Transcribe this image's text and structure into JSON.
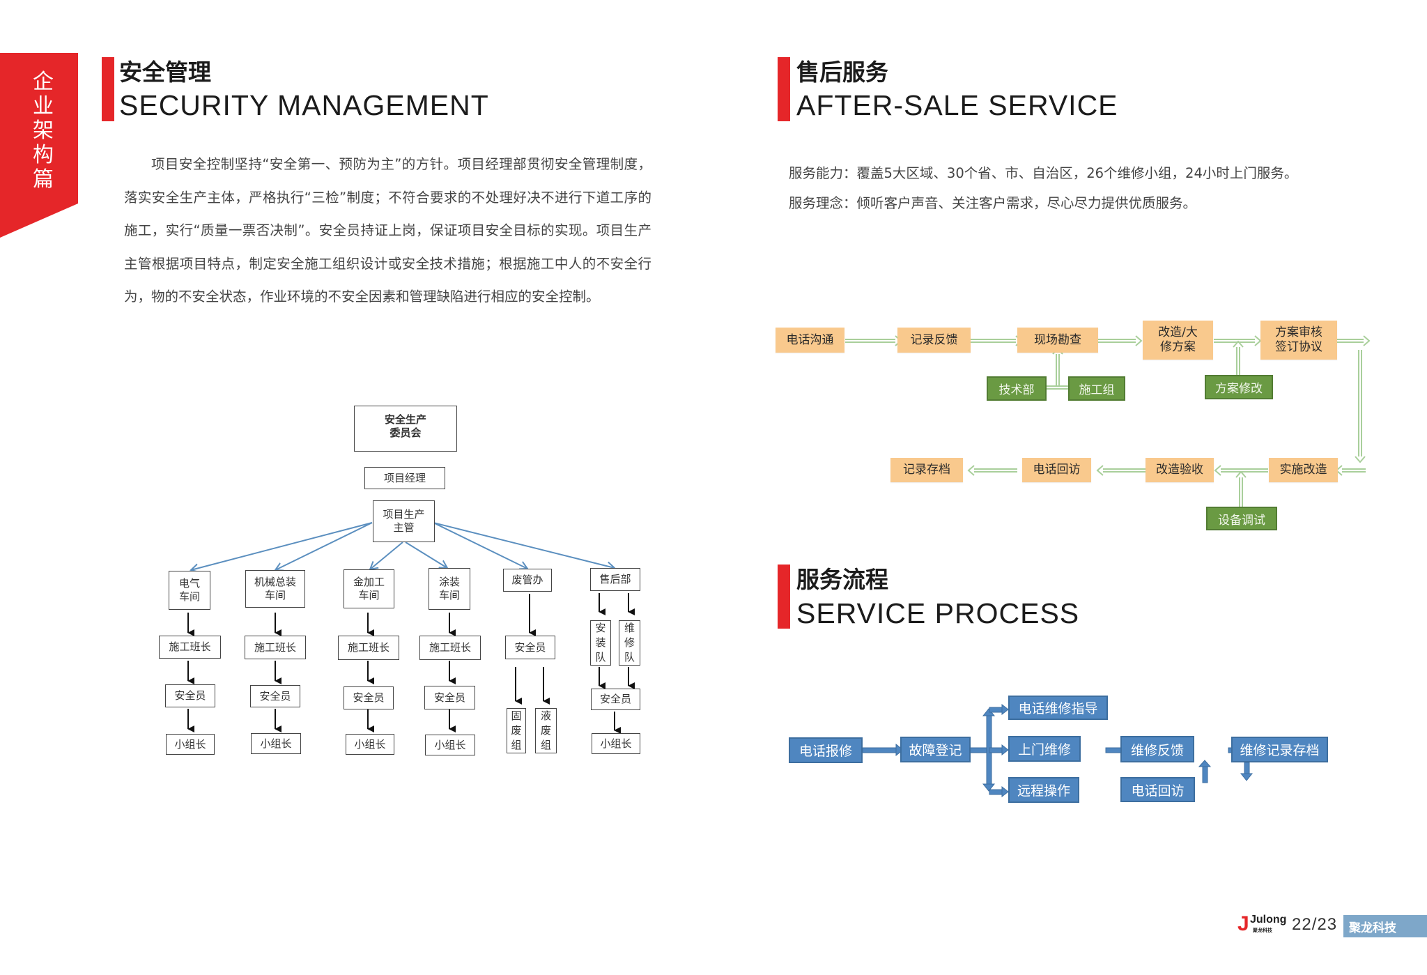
{
  "side_banner": {
    "text": "企业架构篇",
    "color": "#e52629"
  },
  "security": {
    "title_cn": "安全管理",
    "title_en": "SECURITY MANAGEMENT",
    "paragraph": "项目安全控制坚持“安全第一、预防为主”的方针。项目经理部贯彻安全管理制度，落实安全生产主体，严格执行“三检”制度；不符合要求的不处理好决不进行下道工序的施工，实行“质量一票否决制”。安全员持证上岗，保证项目安全目标的实现。项目生产主管根据项目特点，制定安全施工组织设计或安全技术措施；根据施工中人的不安全行为，物的不安全状态，作业环境的不安全因素和管理缺陷进行相应的安全控制。",
    "org_chart": {
      "top": "安全生产\n委员会",
      "manager": "项目经理",
      "supervisor": "项目生产\n主管",
      "departments": [
        {
          "name": "电气\n车间",
          "chain": [
            "施工班长",
            "安全员",
            "小组长"
          ]
        },
        {
          "name": "机械总装\n车间",
          "chain": [
            "施工班长",
            "安全员",
            "小组长"
          ]
        },
        {
          "name": "金加工\n车间",
          "chain": [
            "施工班长",
            "安全员",
            "小组长"
          ]
        },
        {
          "name": "涂装\n车间",
          "chain": [
            "施工班长",
            "安全员",
            "小组长"
          ]
        },
        {
          "name": "废管办",
          "chain": [
            "安全员"
          ],
          "sub_groups": [
            "固\n废\n组",
            "液\n废\n组"
          ]
        },
        {
          "name": "售后部",
          "teams": [
            "安\n装\n队",
            "维\n修\n队"
          ],
          "chain": [
            "安全员",
            "小组长"
          ]
        }
      ]
    }
  },
  "after_sale": {
    "title_cn": "售后服务",
    "title_en": "AFTER-SALE SERVICE",
    "capability": "服务能力：覆盖5大区域、30个省、市、自治区，26个维修小组，24小时上门服务。",
    "philosophy": "服务理念：倾听客户声音、关注客户需求，尽心尽力提供优质服务。",
    "flow_row1": [
      "电话沟通",
      "记录反馈",
      "现场勘查",
      "改造/大\n修方案",
      "方案审核\n签订协议"
    ],
    "flow_support1": [
      "技术部",
      "施工组",
      "方案修改"
    ],
    "flow_row2": [
      "实施改造",
      "改造验收",
      "电话回访",
      "记录存档"
    ],
    "flow_support2": [
      "设备调试"
    ],
    "colors": {
      "step": "#f9c98d",
      "support": "#6a9a43",
      "arrow": "#a9cf9b"
    }
  },
  "service_process": {
    "title_cn": "服务流程",
    "title_en": "SERVICE PROCESS",
    "steps": {
      "report": "电话报修",
      "register": "故障登记",
      "phone_guide": "电话维修指导",
      "onsite": "上门维修",
      "remote": "远程操作",
      "feedback": "维修反馈",
      "callback": "电话回访",
      "archive": "维修记录存档"
    },
    "colors": {
      "box": "#4f86c0",
      "arrow": "#3d6e9f"
    }
  },
  "footer": {
    "logo": "Julong",
    "logo_sub": "聚龙科技",
    "page": "22/23",
    "brand": "聚龙科技"
  }
}
